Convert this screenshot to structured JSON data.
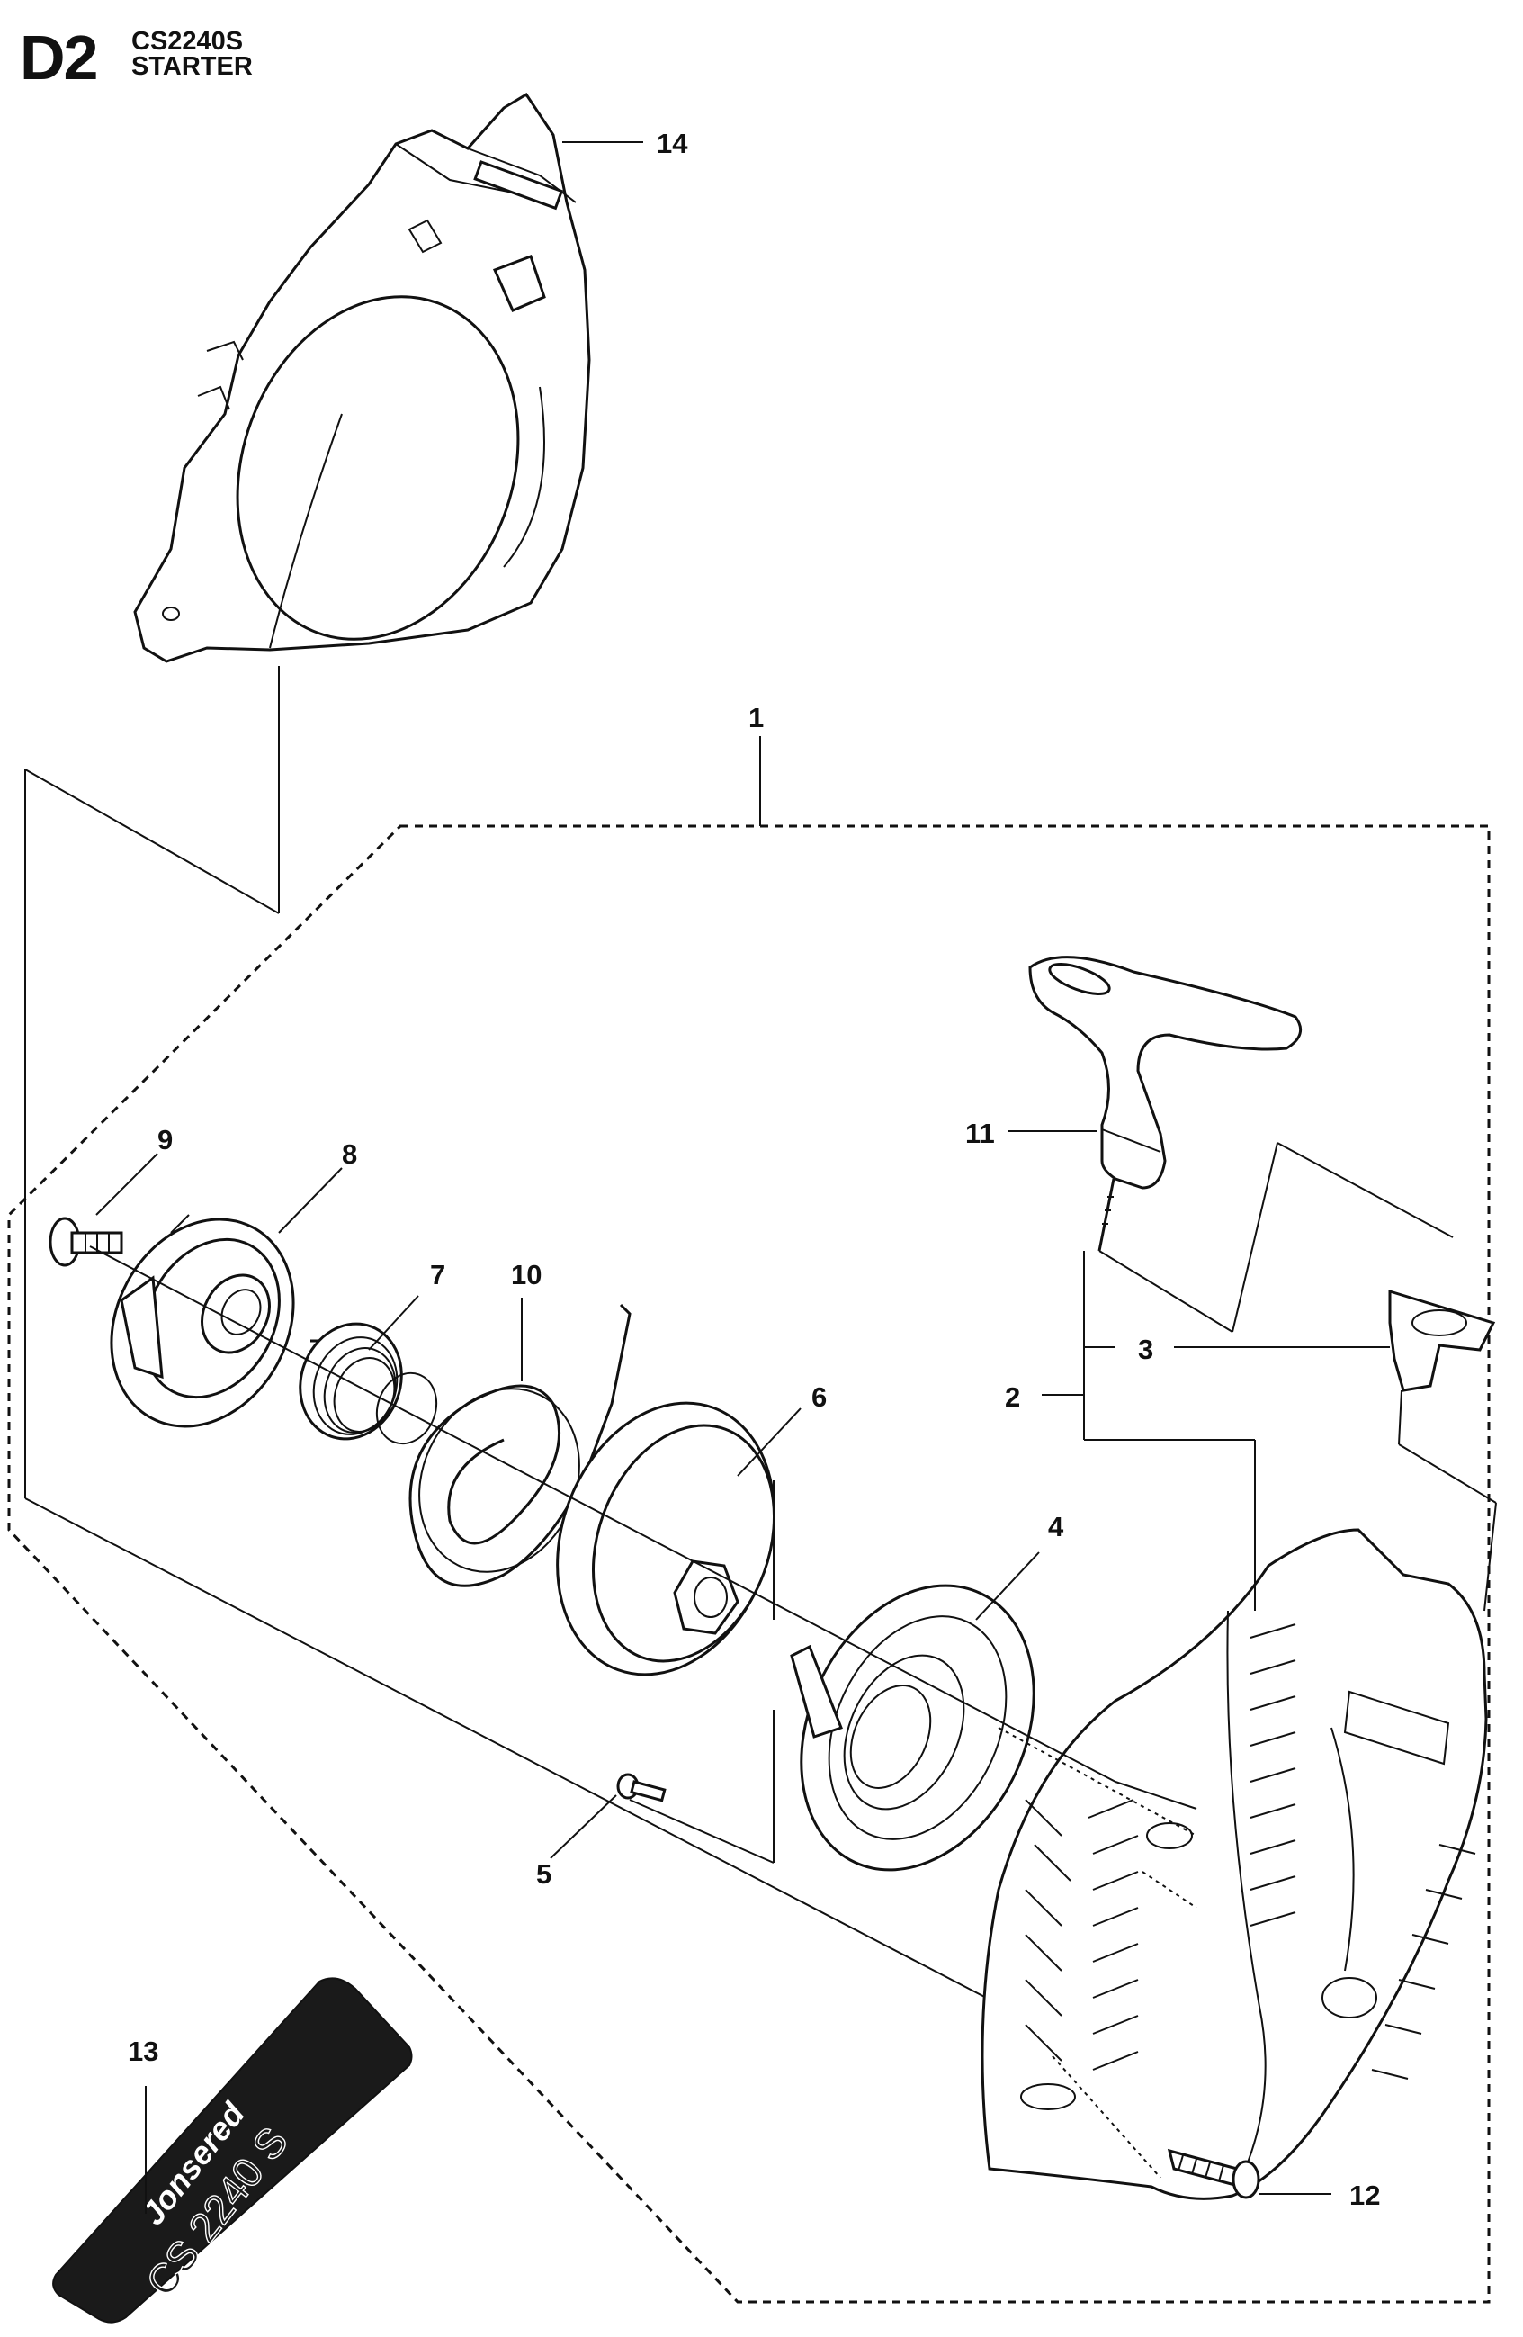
{
  "header": {
    "section": "D2",
    "model": "CS2240S",
    "title": "STARTER"
  },
  "callouts": [
    "1",
    "2",
    "3",
    "4",
    "5",
    "6",
    "7",
    "8",
    "9",
    "10",
    "11",
    "12",
    "13",
    "14"
  ],
  "decal": {
    "brand": "Jonsered",
    "model_text": "CS 2240 S"
  }
}
